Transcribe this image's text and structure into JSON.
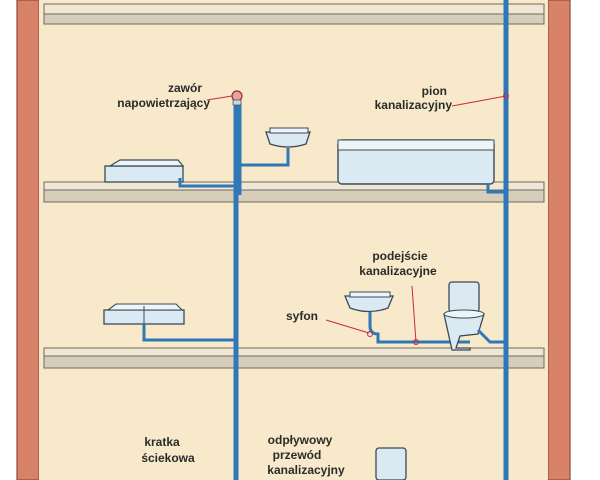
{
  "diagram": {
    "labels": {
      "air_valve_line1": "zawór",
      "air_valve_line2": "napowietrzający",
      "riser_line1": "pion",
      "riser_line2": "kanalizacyjny",
      "connection_line1": "podejście",
      "connection_line2": "kanalizacyjne",
      "trap": "syfon",
      "drain_line1": "kratka",
      "drain_line2": "ściekowa",
      "vent_line1": "odpływowy",
      "vent_line2": "przewód",
      "vent_line3": "kanalizacyjny"
    },
    "colors": {
      "wall": "#d9826a",
      "room": "#f7e9c9",
      "slab": "#e4dccb",
      "pipe": "#2e78b8",
      "leader": "#cc2a3a",
      "fixture": "#dbe9f2"
    }
  }
}
